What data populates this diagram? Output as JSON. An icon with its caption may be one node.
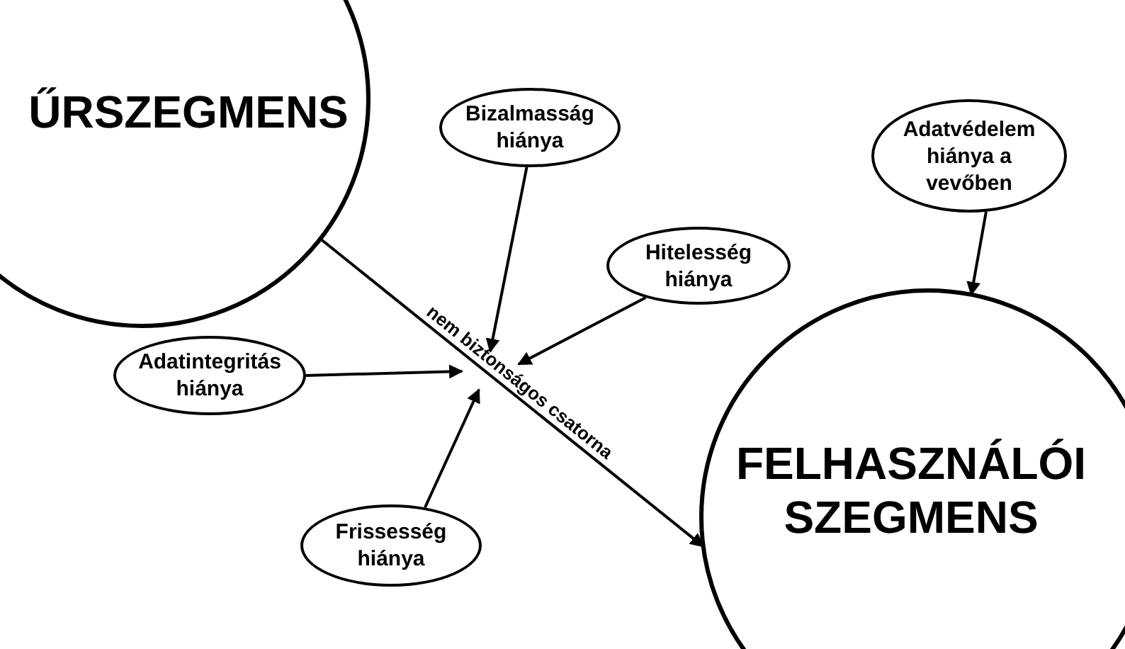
{
  "diagram": {
    "nodes": [
      {
        "text": [
          "ŰRSZEGMENS"
        ]
      },
      {
        "text": [
          "Bizalmasság hiánya"
        ]
      },
      {
        "text": [
          "Adatvédelem hiánya a vevőben"
        ]
      },
      {
        "text": [
          "Hitelesség hiánya"
        ]
      },
      {
        "text": [
          "Adatintegritás hiánya"
        ]
      },
      {
        "text": [
          "Frissesség hiánya"
        ]
      },
      {
        "text": [
          "FELHASZNÁLÓI SZEGMENS"
        ]
      }
    ],
    "edges": [
      {
        "from": 0,
        "to": 6,
        "arrow": "to",
        "label": "nem biztonságos csatorna"
      },
      {
        "from": 1,
        "to": null,
        "arrow": "to"
      },
      {
        "from": 2,
        "to": 6,
        "arrow": "to"
      },
      {
        "from": 3,
        "to": null,
        "arrow": "to"
      },
      {
        "from": 4,
        "to": null,
        "arrow": "to"
      },
      {
        "from": 5,
        "to": null,
        "arrow": "to"
      }
    ]
  }
}
